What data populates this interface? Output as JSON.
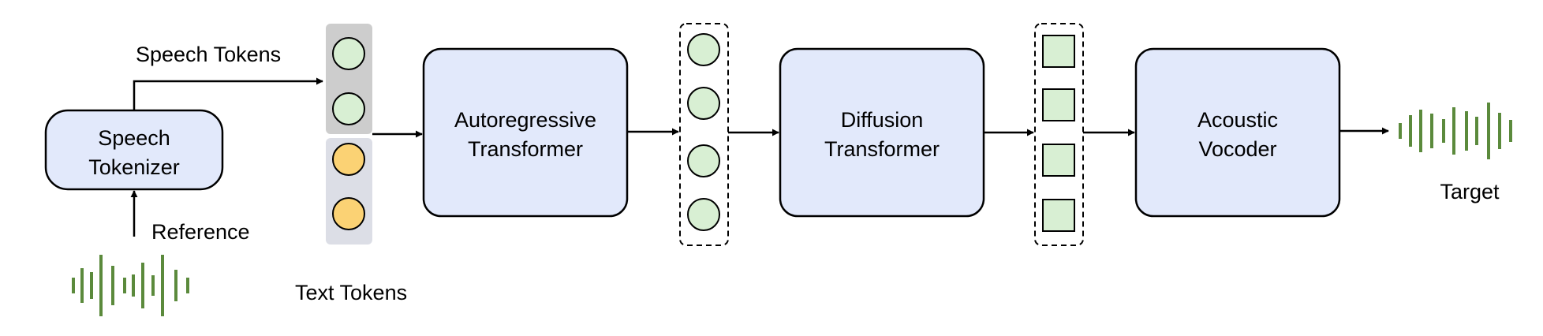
{
  "labels": {
    "speech_tokens": "Speech Tokens",
    "reference": "Reference",
    "text_tokens": "Text Tokens",
    "target": "Target"
  },
  "blocks": {
    "speech_tokenizer": [
      "Speech",
      "Tokenizer"
    ],
    "autoregressive_transformer": [
      "Autoregressive",
      "Transformer"
    ],
    "diffusion_transformer": [
      "Diffusion",
      "Transformer"
    ],
    "acoustic_vocoder": [
      "Acoustic",
      "Vocoder"
    ]
  },
  "colors": {
    "block_fill": "#e2e9fb",
    "speech_token": "#d8efd3",
    "text_token": "#fbd274",
    "speech_group_bg": "#cdcdcd",
    "text_group_bg": "#dcdee6",
    "waveform": "#5b8a3c"
  }
}
